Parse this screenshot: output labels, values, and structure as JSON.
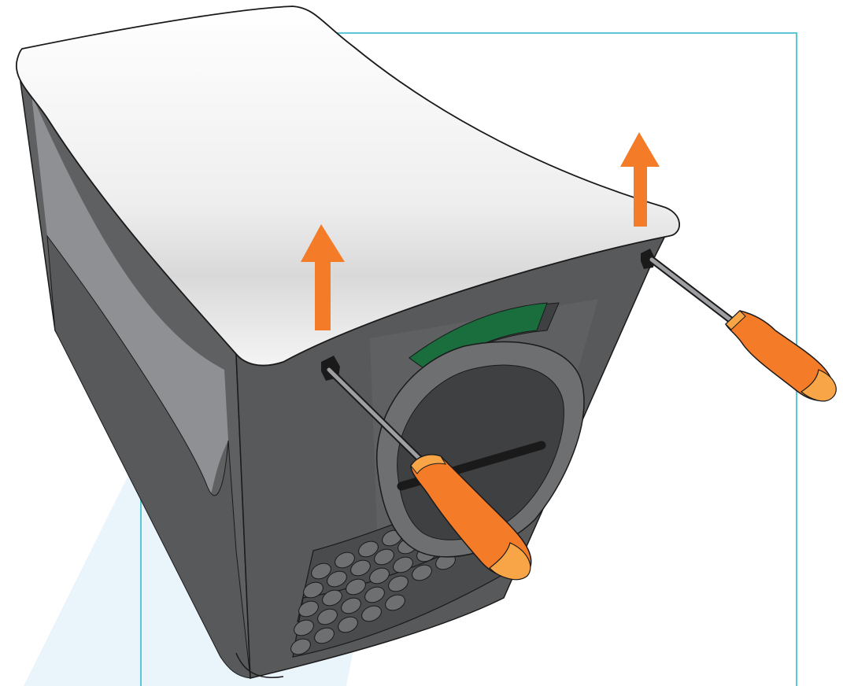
{
  "figure": {
    "kind": "illustration",
    "colors": {
      "background": "#ffffff",
      "frame": "#5bc8d6",
      "light_beam": "#eaf5fb",
      "cover": "#f2f2f2",
      "body_light": "#8e9093",
      "body_mid": "#6d6f71",
      "body_dark": "#58595b",
      "body_darkest": "#3f4042",
      "arrow": "#f47b28",
      "handle": "#f47b28",
      "handle_tip": "#f8a548",
      "indicator": "#1a6e3e",
      "outline": "#1a1a1a"
    },
    "parts": [
      "lift-arrow-icon",
      "screwdriver-icon",
      "knob-icon",
      "vent-grille",
      "top-cover",
      "green-indicator"
    ]
  }
}
